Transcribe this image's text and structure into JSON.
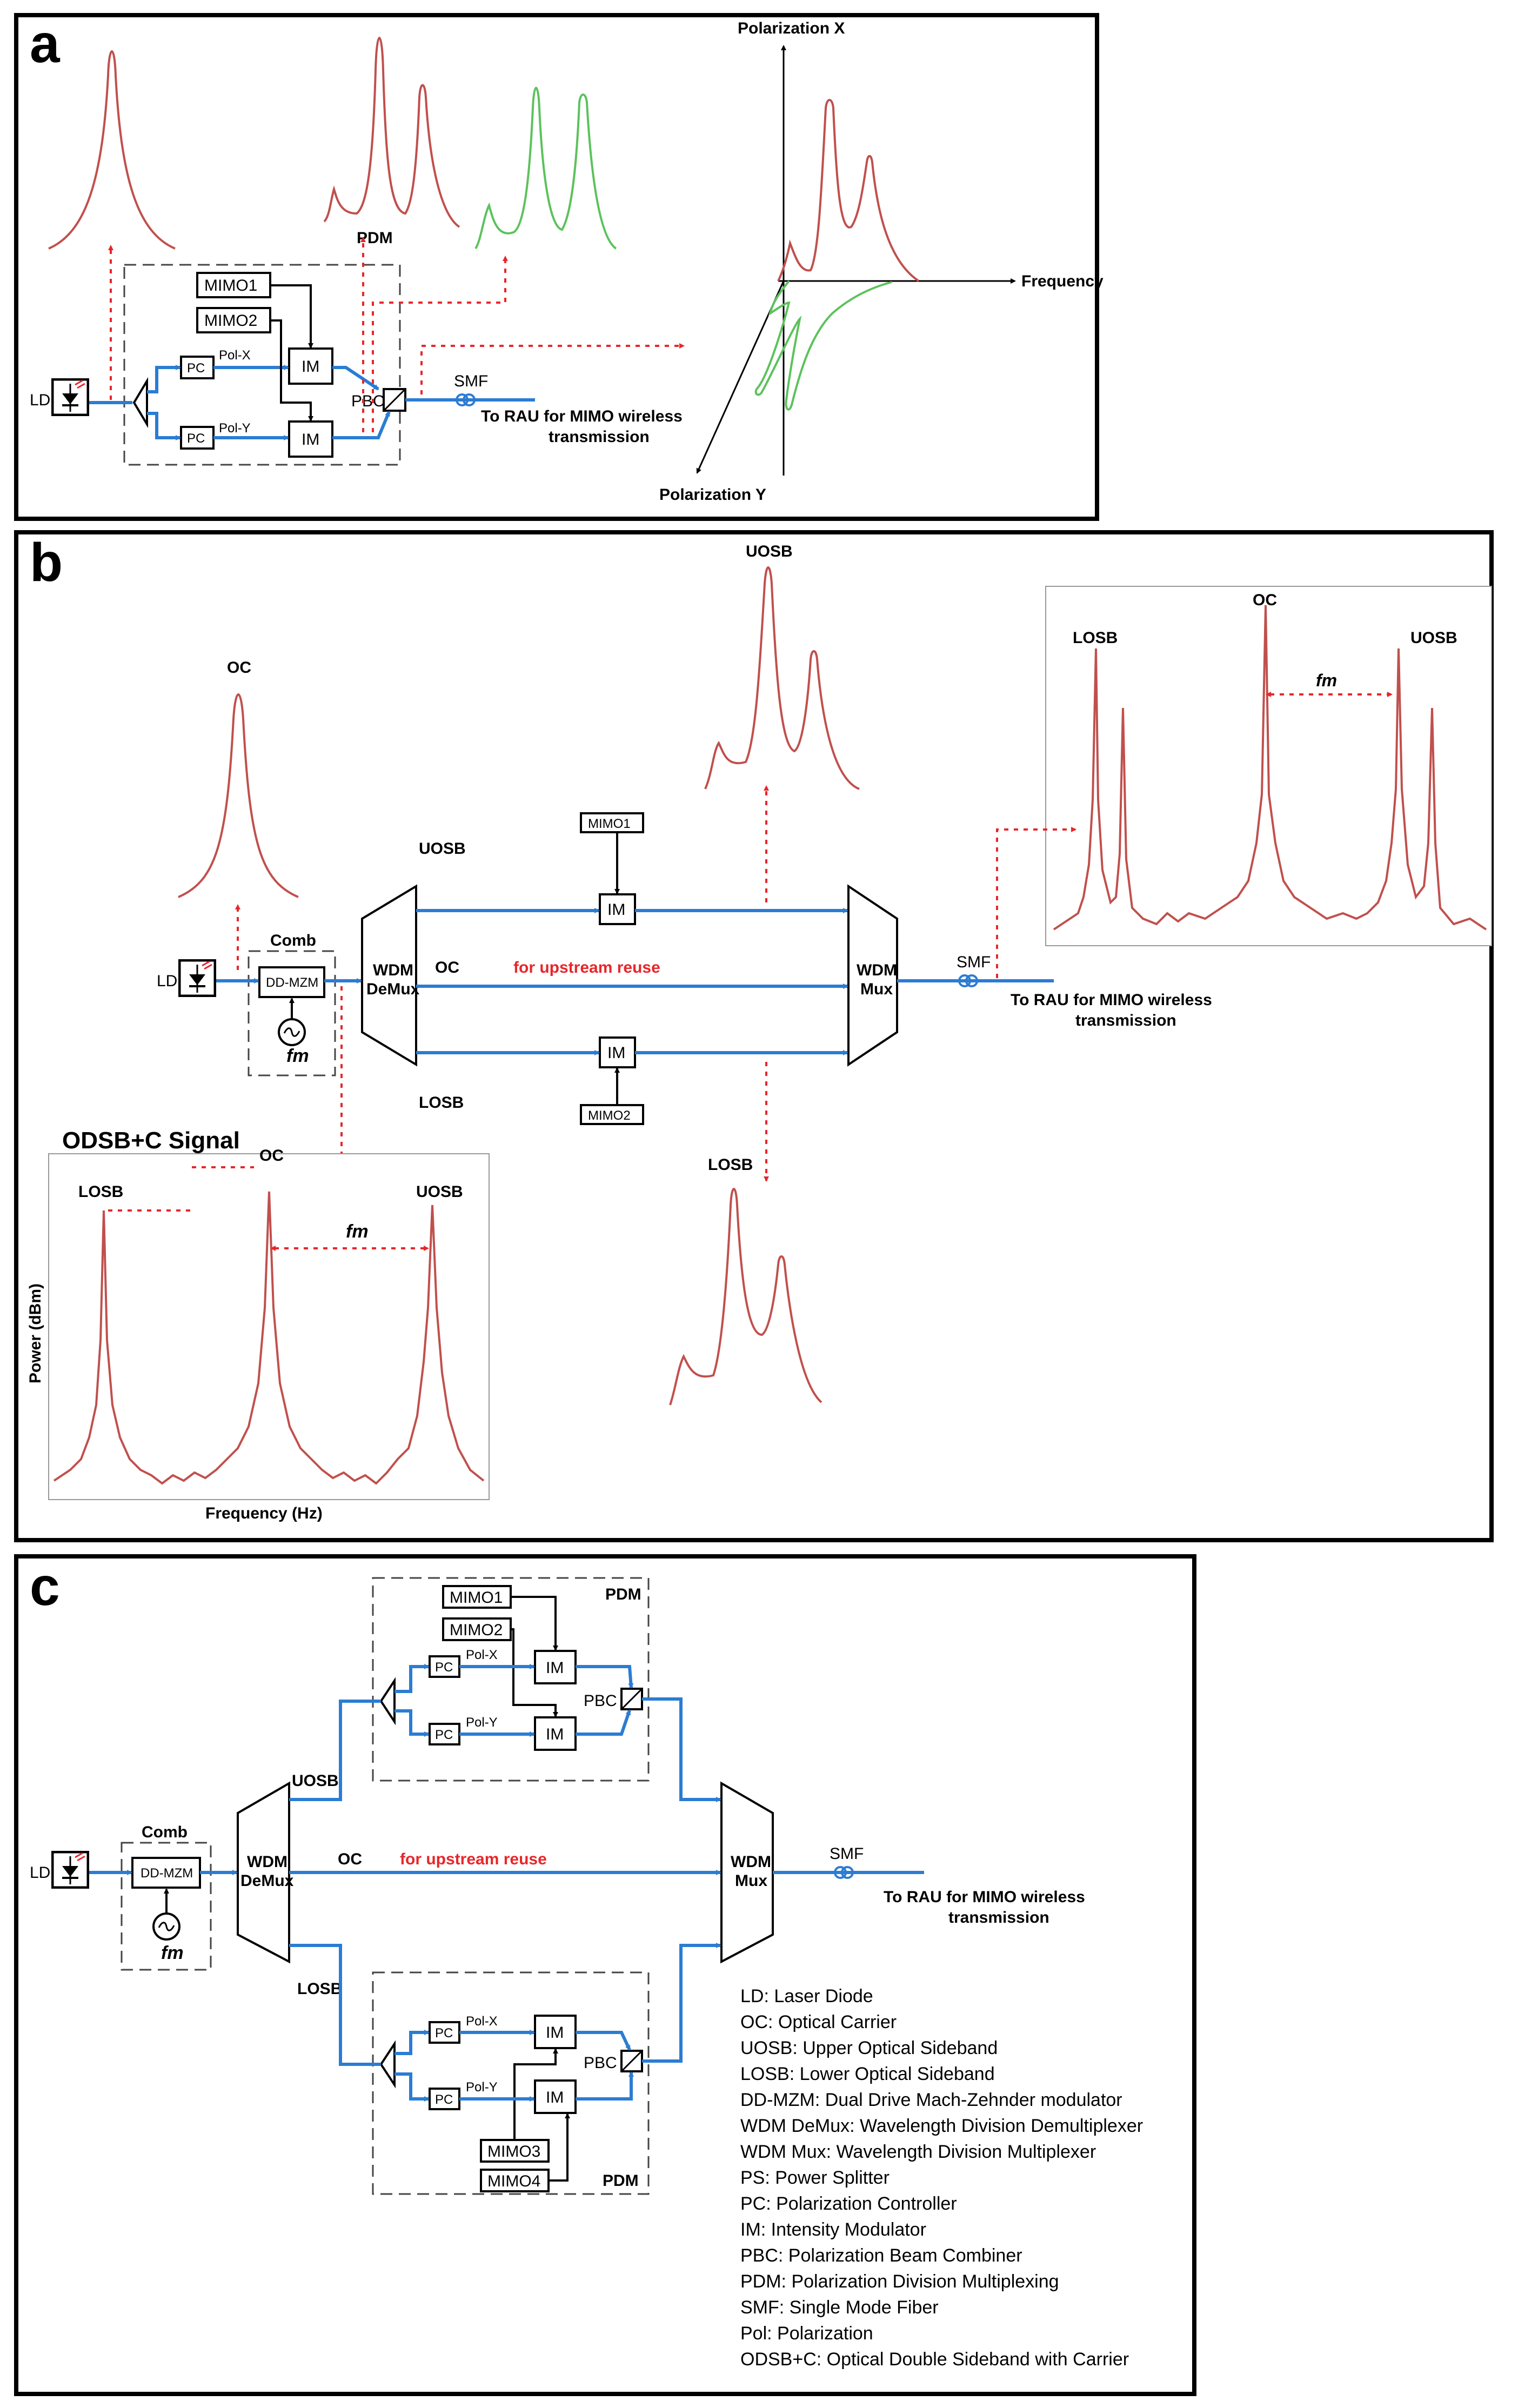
{
  "panels": {
    "a": {
      "letter": "a",
      "ld": "LD",
      "pdm": "PDM",
      "mimo1": "MIMO1",
      "mimo2": "MIMO2",
      "pc": "PC",
      "polx": "Pol-X",
      "poly": "Pol-Y",
      "im": "IM",
      "pbc": "PBC",
      "smf": "SMF",
      "dest1": "To RAU for MIMO wireless",
      "dest2": "transmission",
      "axis_x": "Polarization X",
      "axis_f": "Frequency",
      "axis_y": "Polarization Y"
    },
    "b": {
      "letter": "b",
      "ld": "LD",
      "comb": "Comb",
      "ddmzm": "DD-MZM",
      "fm": "fm",
      "demux1": "WDM",
      "demux2": "DeMux",
      "mux1": "WDM",
      "mux2": "Mux",
      "uosb": "UOSB",
      "oc": "OC",
      "losb": "LOSB",
      "reuse": "for upstream reuse",
      "mimo1": "MIMO1",
      "mimo2": "MIMO2",
      "im": "IM",
      "smf": "SMF",
      "dest1": "To RAU for MIMO wireless",
      "dest2": "transmission",
      "spec_oc": "OC",
      "spec_uosb": "UOSB",
      "spec_losb": "LOSB",
      "inset_losb": "LOSB",
      "inset_oc": "OC",
      "inset_uosb": "UOSB",
      "inset_fm": "fm",
      "odsb_title": "ODSB+C Signal",
      "odsb_losb": "LOSB",
      "odsb_oc": "OC",
      "odsb_uosb": "UOSB",
      "odsb_fm": "fm",
      "odsb_ylabel": "Power (dBm)",
      "odsb_xlabel": "Frequency (Hz)"
    },
    "c": {
      "letter": "c",
      "ld": "LD",
      "comb": "Comb",
      "ddmzm": "DD-MZM",
      "fm": "fm",
      "demux1": "WDM",
      "demux2": "DeMux",
      "mux1": "WDM",
      "mux2": "Mux",
      "uosb": "UOSB",
      "oc": "OC",
      "losb": "LOSB",
      "reuse": "for upstream reuse",
      "pdm_top": "PDM",
      "pdm_bot": "PDM",
      "mimo1": "MIMO1",
      "mimo2": "MIMO2",
      "mimo3": "MIMO3",
      "mimo4": "MIMO4",
      "pc": "PC",
      "polx": "Pol-X",
      "poly": "Pol-Y",
      "im": "IM",
      "pbc": "PBC",
      "smf": "SMF",
      "dest1": "To RAU for MIMO wireless",
      "dest2": "transmission"
    }
  },
  "legend": [
    "LD: Laser Diode",
    "OC: Optical Carrier",
    "UOSB: Upper Optical Sideband",
    "LOSB: Lower Optical Sideband",
    "DD-MZM: Dual Drive Mach-Zehnder modulator",
    "WDM DeMux: Wavelength Division Demultiplexer",
    "WDM Mux: Wavelength Division Multiplexer",
    "PS: Power Splitter",
    "PC: Polarization Controller",
    "IM: Intensity Modulator",
    "PBC: Polarization Beam Combiner",
    "PDM: Polarization Division Multiplexing",
    "SMF: Single Mode Fiber",
    "Pol: Polarization",
    "ODSB+C: Optical Double Sideband with Carrier"
  ],
  "colors": {
    "fiber": "#2b7cd3",
    "spectrum": "#c0504d",
    "spectrum_y": "#5cc25c",
    "red_arrow": "#e8262a"
  }
}
